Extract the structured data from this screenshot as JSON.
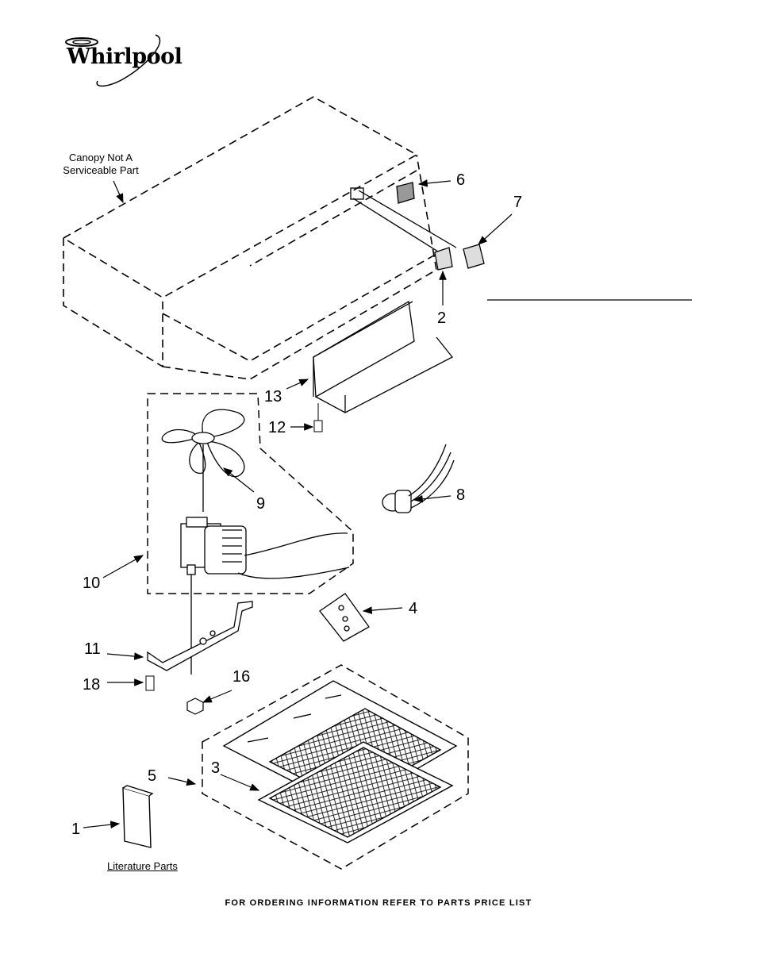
{
  "brand": {
    "logo_text": "Whirlpool"
  },
  "notes": {
    "canopy_line1": "Canopy Not A",
    "canopy_line2": "Serviceable Part",
    "literature": "Literature Parts"
  },
  "callouts": [
    "1",
    "2",
    "3",
    "4",
    "5",
    "6",
    "7",
    "8",
    "9",
    "10",
    "11",
    "12",
    "13",
    "16",
    "18"
  ],
  "footer": "FOR ORDERING INFORMATION REFER TO PARTS PRICE LIST"
}
